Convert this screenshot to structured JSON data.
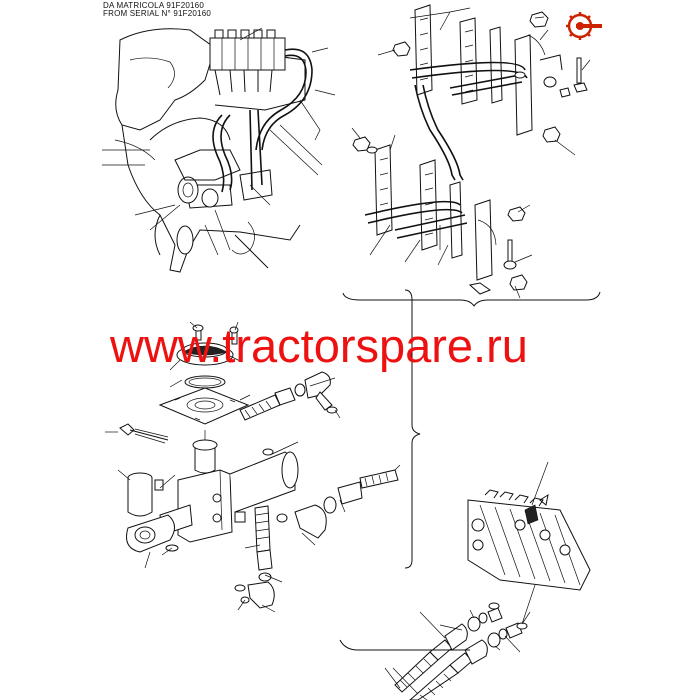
{
  "header": {
    "line1": "DA MATRICOLA 91F20160",
    "line2": "FROM SERIAL N° 91F20160"
  },
  "watermark": {
    "text": "www.tractorspare.ru"
  },
  "logo": {
    "icon": "gear-logo-icon",
    "color": "#cc2200"
  },
  "colors": {
    "line": "#111111",
    "watermark": "#ee1111",
    "background": "#ffffff"
  }
}
